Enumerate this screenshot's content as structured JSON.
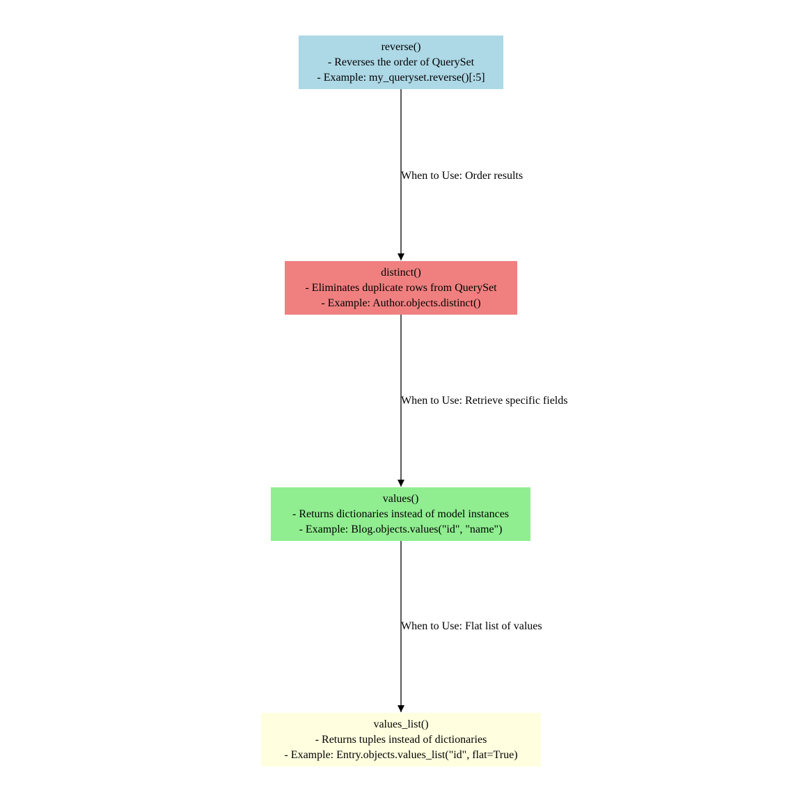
{
  "nodes": [
    {
      "title": "reverse()",
      "description": "- Reverses the order of QuerySet",
      "example": "- Example: my_queryset.reverse()[:5]",
      "color": "#add8e6"
    },
    {
      "title": "distinct()",
      "description": "- Eliminates duplicate rows from QuerySet",
      "example": "- Example: Author.objects.distinct()",
      "color": "#f08080"
    },
    {
      "title": "values()",
      "description": "- Returns dictionaries instead of model instances",
      "example": "- Example: Blog.objects.values(\"id\", \"name\")",
      "color": "#90ee90"
    },
    {
      "title": "values_list()",
      "description": "- Returns tuples instead of dictionaries",
      "example": "- Example: Entry.objects.values_list(\"id\", flat=True)",
      "color": "#ffffe0"
    }
  ],
  "edges": [
    {
      "from": "reverse()",
      "to": "distinct()",
      "label": "When to Use: Order results"
    },
    {
      "from": "distinct()",
      "to": "values()",
      "label": "When to Use: Retrieve specific fields"
    },
    {
      "from": "values()",
      "to": "values_list()",
      "label": "When to Use: Flat list of values"
    }
  ]
}
